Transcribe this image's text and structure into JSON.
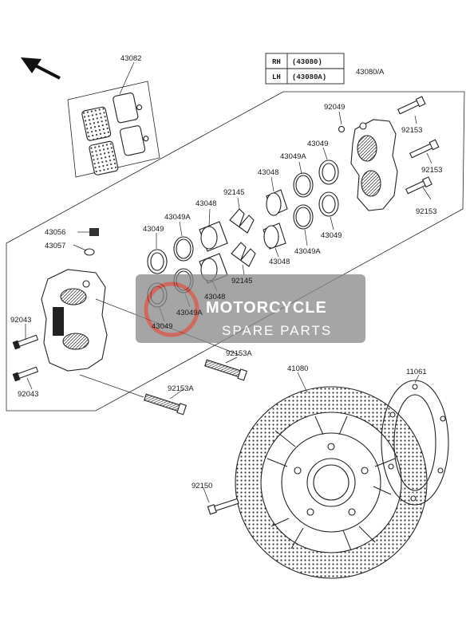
{
  "table": {
    "rh": "RH",
    "rh_code": "(43080)",
    "lh": "LH",
    "lh_code": "(43080A)"
  },
  "labels": {
    "p43082": "43082",
    "p43080a": "43080/A",
    "p92049": "92049",
    "p92153_a": "92153",
    "p92153_b": "92153",
    "p92153_c": "92153",
    "p43049_r1": "43049",
    "p43049a_r1": "43049A",
    "p43048_r1": "43048",
    "p92145_top": "92145",
    "p43048_mid": "43048",
    "p43049a_mid": "43049A",
    "p43049_left": "43049",
    "p43056": "43056",
    "p43057": "43057",
    "p43049_r2": "43049",
    "p43048_r2": "43048",
    "p43049a_r2": "43049A",
    "p92145_bot": "92145",
    "p43048_bot": "43048",
    "p43049a_bot": "43049A",
    "p43049_bot": "43049",
    "p92043_top": "92043",
    "p92043_bot": "92043",
    "p92153a_r": "92153A",
    "p92153a_l": "92153A",
    "p41080": "41080",
    "p11061": "11061",
    "p92150": "92150"
  },
  "watermark": {
    "title": "MOTORCYCLE",
    "subtitle": "SPARE PARTS"
  },
  "colors": {
    "line": "#222222",
    "watermark_box": "#888888",
    "watermark_red": "#c0392b"
  }
}
